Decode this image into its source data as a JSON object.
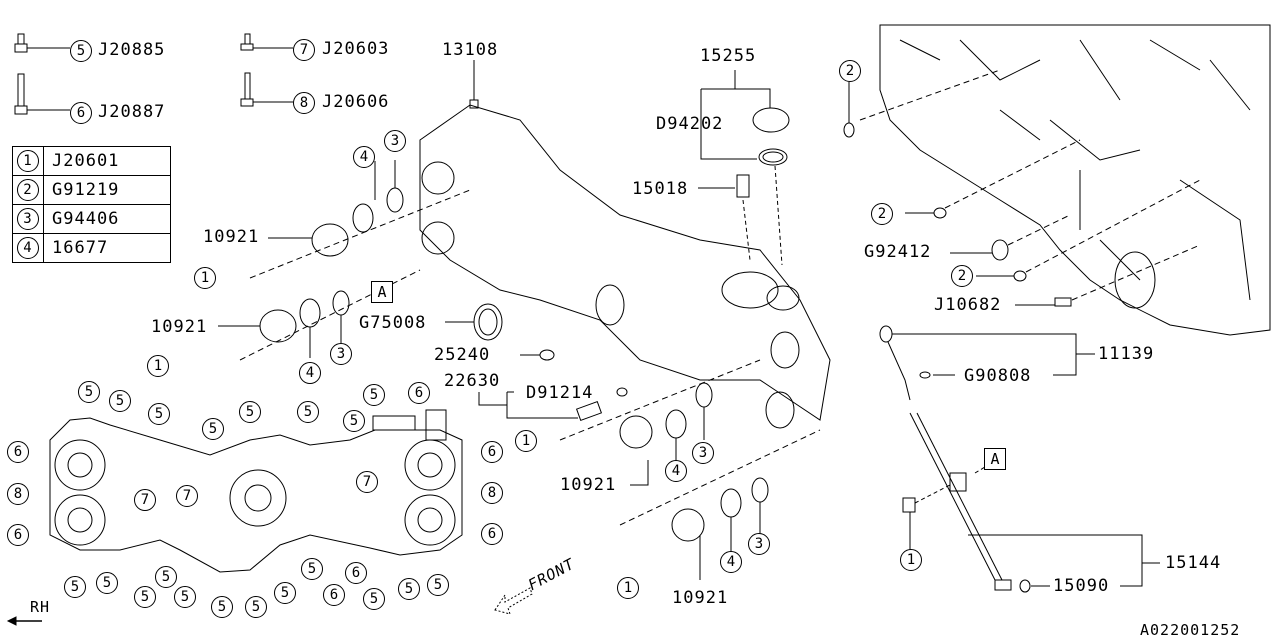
{
  "diagram": {
    "title": "Engine timing belt cover / oil level gauge parts diagram",
    "figure_id": "A022001252",
    "direction_label": "RH",
    "front_label": "FRONT",
    "reference_marker": "A"
  },
  "fastener_key": [
    {
      "ref": "5",
      "part": "J20885"
    },
    {
      "ref": "6",
      "part": "J20887"
    },
    {
      "ref": "7",
      "part": "J20603"
    },
    {
      "ref": "8",
      "part": "J20606"
    }
  ],
  "legend_table": [
    {
      "ref": "1",
      "part": "J20601"
    },
    {
      "ref": "2",
      "part": "G91219"
    },
    {
      "ref": "3",
      "part": "G94406"
    },
    {
      "ref": "4",
      "part": "16677"
    }
  ],
  "part_labels": {
    "p13108": "13108",
    "p15255": "15255",
    "p15018": "15018",
    "d94202": "D94202",
    "p10921": "10921",
    "g75008": "G75008",
    "p25240": "25240",
    "p22630": "22630",
    "d91214": "D91214",
    "g92412": "G92412",
    "j10682": "J10682",
    "p11139": "11139",
    "g90808": "G90808",
    "p15144": "15144",
    "p15090": "15090"
  },
  "callouts": {
    "one": "1",
    "two": "2",
    "three": "3",
    "four": "4",
    "five": "5",
    "six": "6",
    "seven": "7",
    "eight": "8"
  }
}
